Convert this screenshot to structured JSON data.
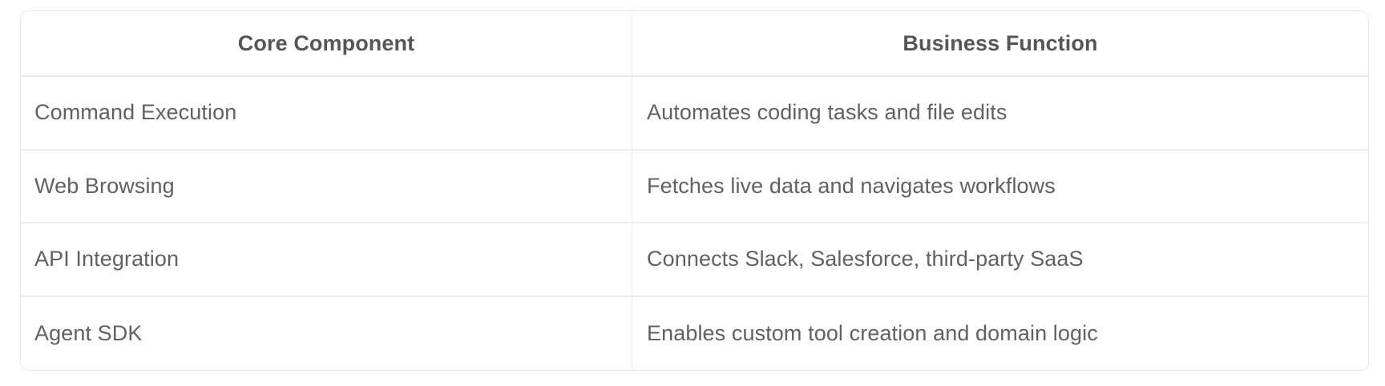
{
  "table": {
    "columns": [
      {
        "label": "Core Component",
        "align": "center"
      },
      {
        "label": "Business Function",
        "align": "center"
      }
    ],
    "rows": [
      {
        "component": "Command Execution",
        "function": "Automates coding tasks and file edits"
      },
      {
        "component": "Web Browsing",
        "function": "Fetches live data and navigates workflows"
      },
      {
        "component": "API Integration",
        "function": "Connects Slack, Salesforce, third-party SaaS"
      },
      {
        "component": "Agent SDK",
        "function": "Enables custom tool creation and domain logic"
      }
    ]
  },
  "colors": {
    "page_background": "#ffffff",
    "table_background": "#ffffff",
    "table_border": "#e6e6e6",
    "row_divider": "#ececec",
    "header_divider": "#e9e9e9",
    "header_text": "#565656",
    "body_text": "#5f6265"
  }
}
